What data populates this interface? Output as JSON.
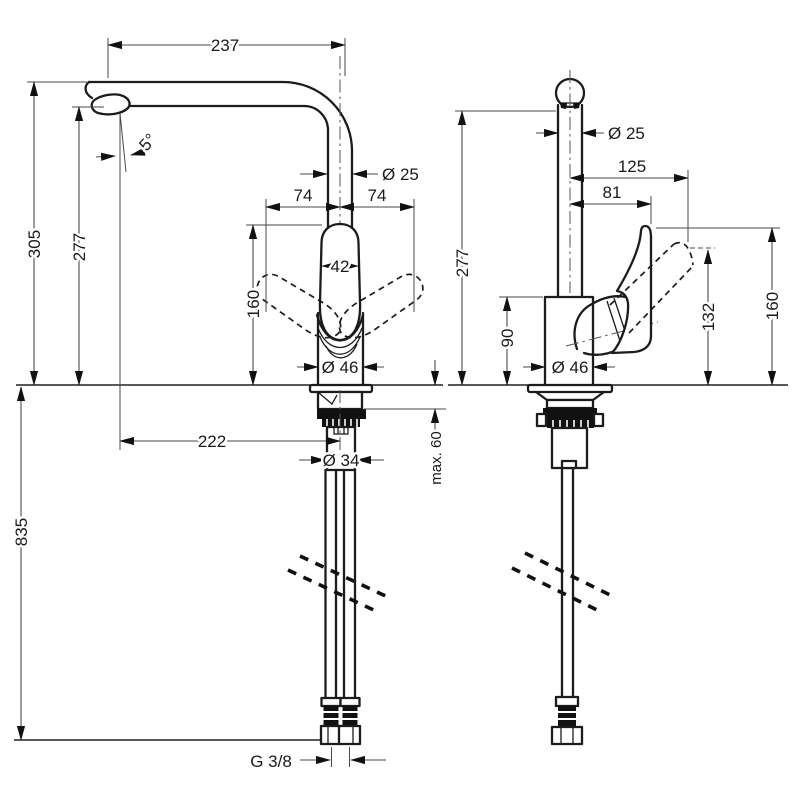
{
  "drawing": {
    "type": "faucet technical dimension drawing",
    "background": "#ffffff",
    "line_color": "#1c1c1c",
    "dim_color": "#4a4a4a",
    "front_view": {
      "labels": {
        "reach": "237",
        "angle": "5°",
        "height_to_spout_top": "305",
        "height_to_outlet": "277",
        "pipe_dia": "Ø 25",
        "swing_left": "74",
        "swing_right": "74",
        "handle_width": "42",
        "handle_height": "160",
        "base_dia": "Ø 46",
        "outlet_offset": "222",
        "shank_dia": "Ø 34",
        "max_counter": "max. 60",
        "hose_length": "835",
        "thread": "G 3/8"
      }
    },
    "side_view": {
      "labels": {
        "pipe_dia": "Ø 25",
        "handle_reach_open": "125",
        "handle_reach": "81",
        "height_to_outlet": "277",
        "body_height": "90",
        "handle_open_height": "132",
        "handle_height": "160",
        "base_dia": "Ø 46"
      }
    }
  }
}
